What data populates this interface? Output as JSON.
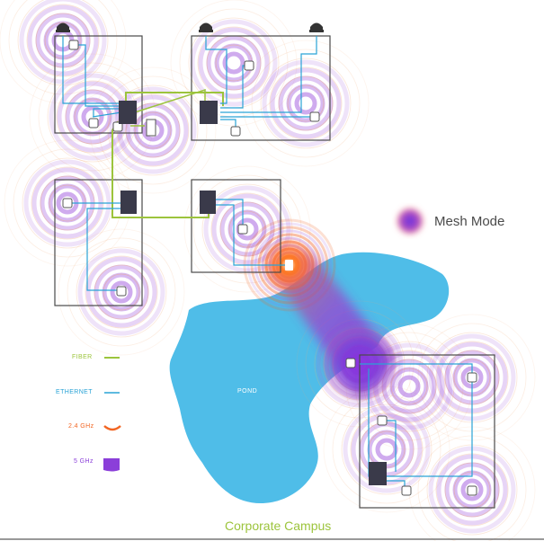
{
  "title": "Corporate Campus",
  "mesh_label": "Mesh Mode",
  "pond_label": "POND",
  "legend": {
    "fiber": {
      "label": "FIBER",
      "color": "#9cc43c"
    },
    "ethernet": {
      "label": "ETHERNET",
      "color": "#29a3d6"
    },
    "ghz24": {
      "label": "2.4 GHz",
      "color": "#f26522"
    },
    "ghz5": {
      "label": "5 GHz",
      "color": "#8b3fd9"
    }
  },
  "colors": {
    "fiber": "#9cc43c",
    "ethernet": "#29a3d6",
    "wave24": "#f0a878",
    "wave5": "#a866e0",
    "pond": "#4fbde8",
    "building": "#4a4a4a",
    "switch": "#3a3a4a"
  },
  "icons": [
    "camera-icon",
    "access-point-icon",
    "switch-icon"
  ]
}
